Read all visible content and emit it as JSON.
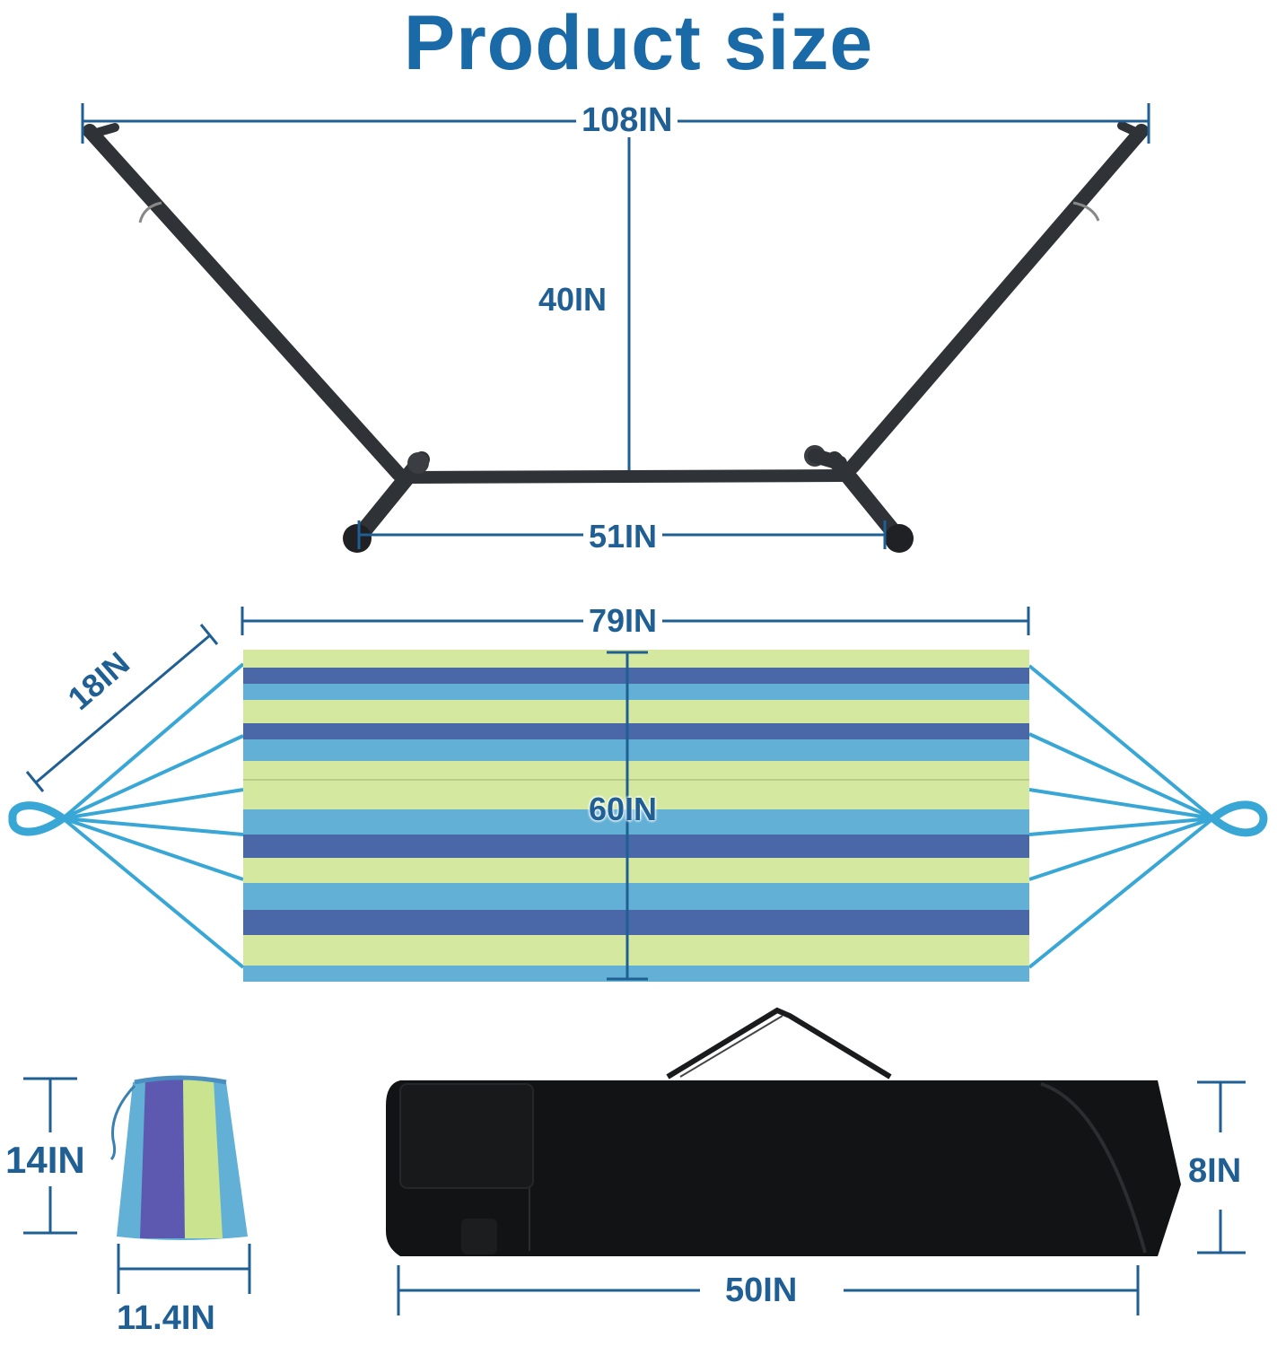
{
  "title": "Product size",
  "colors": {
    "title": "#1a6aa8",
    "dimension_line": "#1f5f93",
    "rope": "#39a7d6",
    "stripe_green": "#d4e8a0",
    "stripe_navy": "#4a68a8",
    "stripe_blue": "#62b0d6",
    "frame": "#2f3236",
    "bag": "#121314"
  },
  "stand": {
    "length_label": "108IN",
    "height_label": "40IN",
    "base_label": "51IN"
  },
  "hammock": {
    "length_label": "79IN",
    "width_label": "60IN",
    "spreader_label": "18IN"
  },
  "pouch": {
    "height_label": "14IN",
    "width_label": "11.4IN"
  },
  "carry_bag": {
    "height_label": "8IN",
    "length_label": "50IN"
  }
}
